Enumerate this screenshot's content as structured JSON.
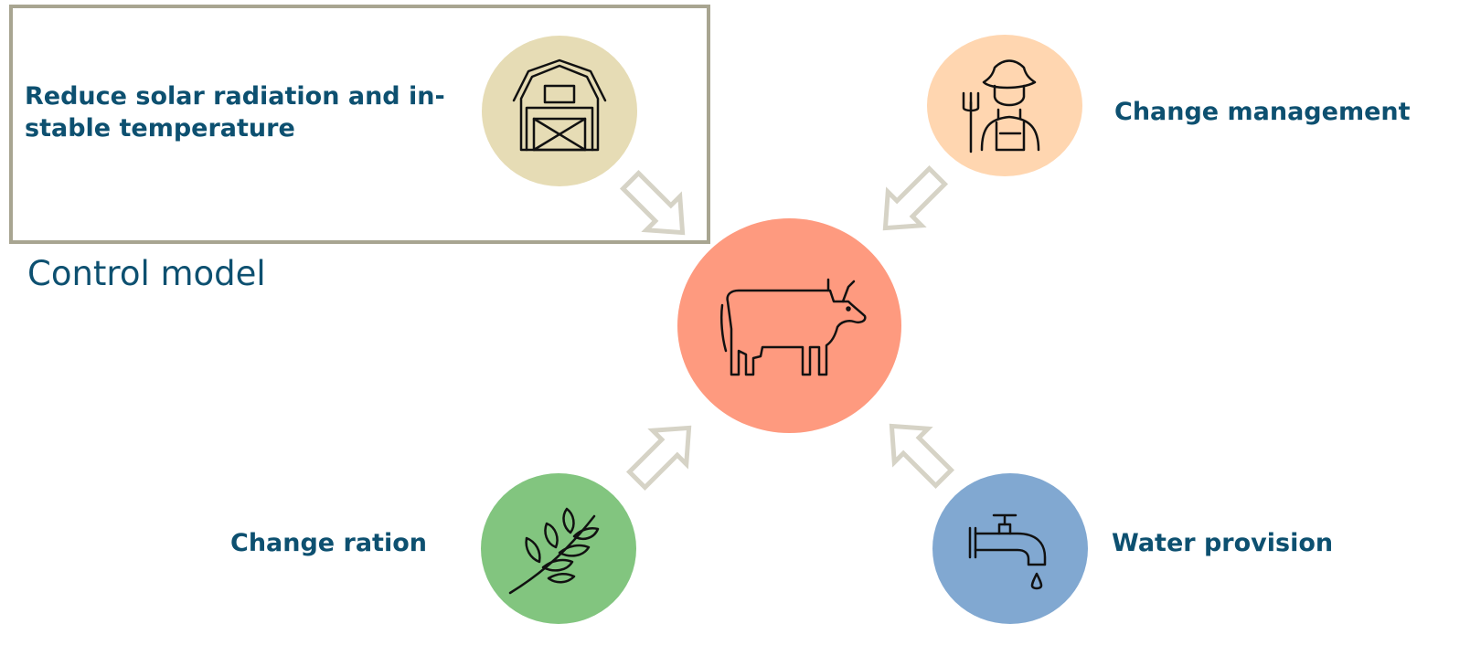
{
  "center": {
    "name": "cow",
    "icon": "cow-icon",
    "color": "#fe9a7f"
  },
  "highlight": {
    "caption": "Control model",
    "border_color": "#a8a591"
  },
  "factors": [
    {
      "key": "barn",
      "label_lines": [
        "Reduce solar radiation and in-",
        "stable temperature"
      ],
      "icon": "barn-icon",
      "color": "#e6dcb5"
    },
    {
      "key": "farmer",
      "label_lines": [
        "Change management"
      ],
      "icon": "farmer-icon",
      "color": "#ffd6b0"
    },
    {
      "key": "ration",
      "label_lines": [
        "Change ration"
      ],
      "icon": "wheat-icon",
      "color": "#82c57f"
    },
    {
      "key": "water",
      "label_lines": [
        "Water provision"
      ],
      "icon": "faucet-icon",
      "color": "#81a8d1"
    }
  ],
  "arrow_color": "#d6d3c6"
}
